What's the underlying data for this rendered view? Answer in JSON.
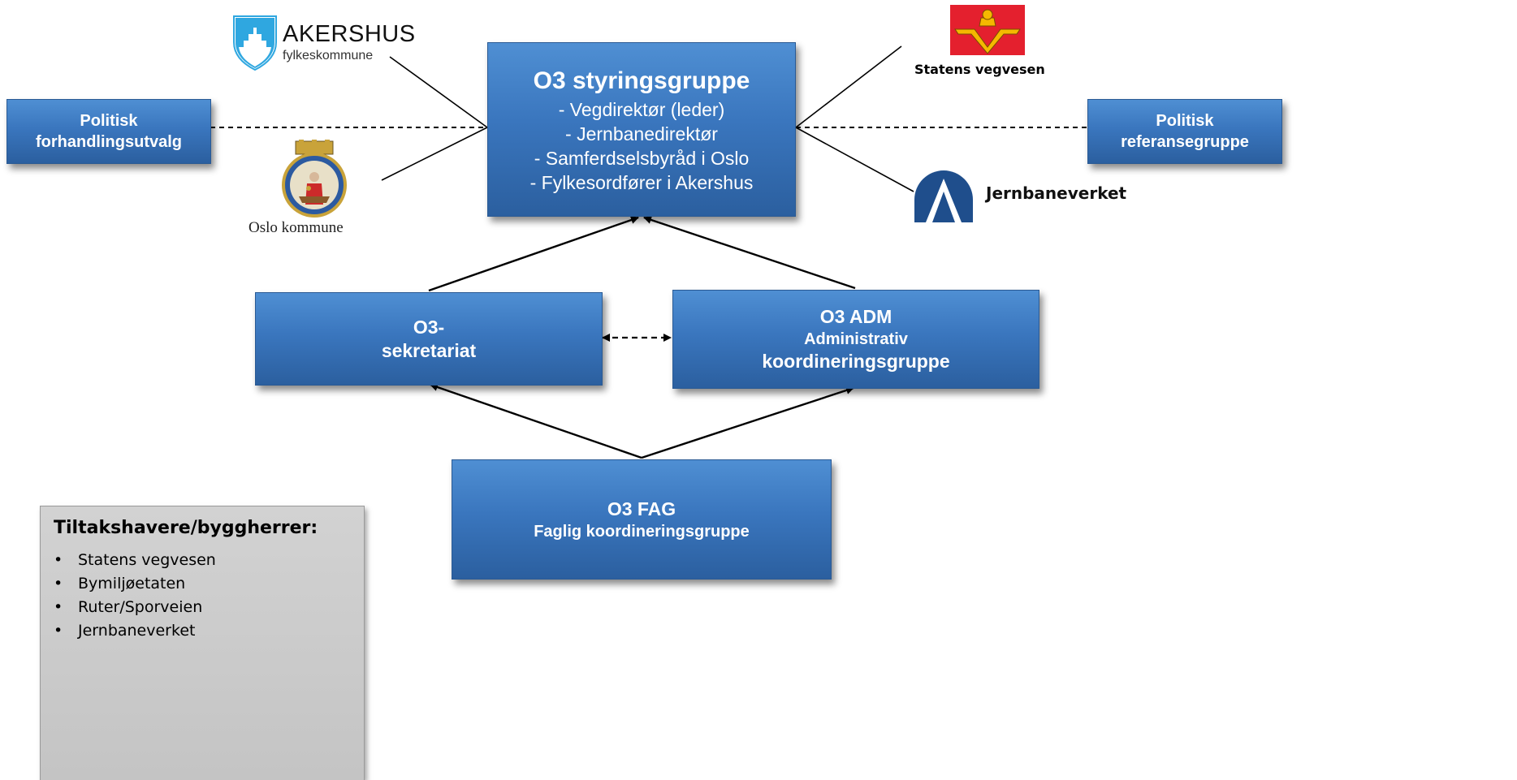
{
  "colors": {
    "box_fill": "#3a76be",
    "box_border": "#2a5a94",
    "panel_fill": "#c8c8c8",
    "svv_red": "#e4202e",
    "svv_gold": "#f5b800",
    "jbv_blue": "#1f4e8c",
    "akershus_blue": "#2fa7e0"
  },
  "boxes": {
    "politisk_forhandling": {
      "line1": "Politisk",
      "line2": "forhandlingsutvalg"
    },
    "styringsgruppe": {
      "title": "O3 styringsgruppe",
      "members": [
        "- Vegdirektør (leder)",
        "- Jernbanedirektør",
        "- Samferdselsbyråd i Oslo",
        "- Fylkesordfører i Akershus"
      ]
    },
    "politisk_referanse": {
      "line1": "Politisk",
      "line2": "referansegruppe"
    },
    "sekretariat": {
      "line1": "O3-",
      "line2": "sekretariat"
    },
    "adm": {
      "line1": "O3 ADM",
      "line2": "Administrativ",
      "line3": "koordineringsgruppe"
    },
    "fag": {
      "line1": "O3 FAG",
      "line2": "Faglig koordineringsgruppe"
    }
  },
  "logos": {
    "akershus": {
      "name": "AKERSHUS",
      "sub": "fylkeskommune",
      "icon": "akershus-shield-icon"
    },
    "oslo": {
      "name": "Oslo kommune",
      "icon": "oslo-seal-icon"
    },
    "statens_vegvesen": {
      "name": "Statens vegvesen",
      "icon": "svv-crest-icon"
    },
    "jernbaneverket": {
      "name": "Jernbaneverket",
      "icon": "jbv-track-icon"
    }
  },
  "tiltakshavere": {
    "heading": "Tiltakshavere/byggherrer:",
    "bullet": "•",
    "items": [
      "Statens vegvesen",
      "Bymiljøetaten",
      "Ruter/Sporveien",
      "Jernbaneverket"
    ]
  }
}
